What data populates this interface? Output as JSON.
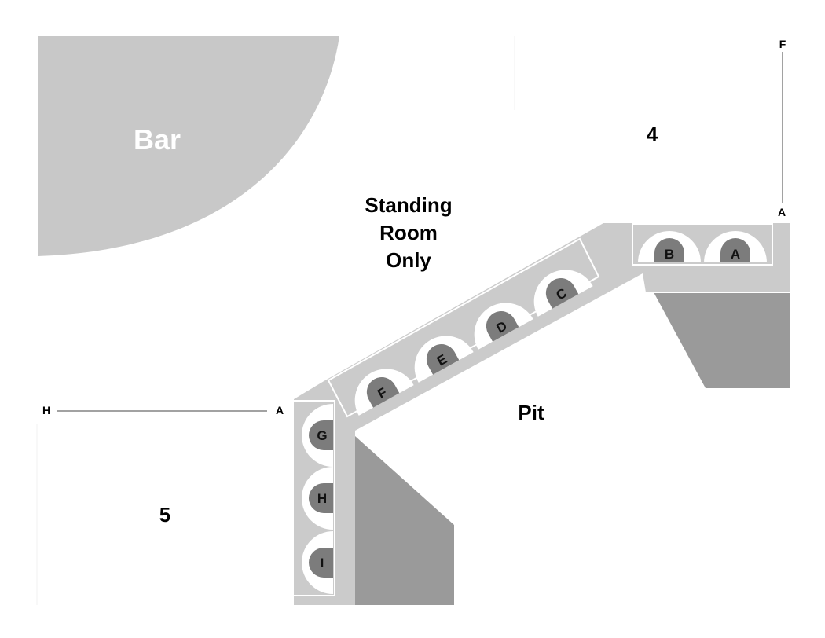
{
  "areas": {
    "bar": "Bar",
    "standing": [
      "Standing",
      "Room",
      "Only"
    ],
    "pit": "Pit"
  },
  "sections": {
    "four": {
      "label": "4",
      "row_start": "F",
      "row_end": "A",
      "seats": [
        "B",
        "A"
      ]
    },
    "five": {
      "label": "5",
      "row_start": "H",
      "row_end": "A",
      "seats": [
        "G",
        "H",
        "I"
      ]
    },
    "diagonal": {
      "seats": [
        "F",
        "E",
        "D",
        "C"
      ]
    }
  },
  "colors": {
    "bar": "#c8c8c8",
    "platform": "#cbcbcb",
    "seat_white": "#ffffff",
    "seat_dark": "#7c7c7c",
    "stair": "#9a9a9a"
  }
}
